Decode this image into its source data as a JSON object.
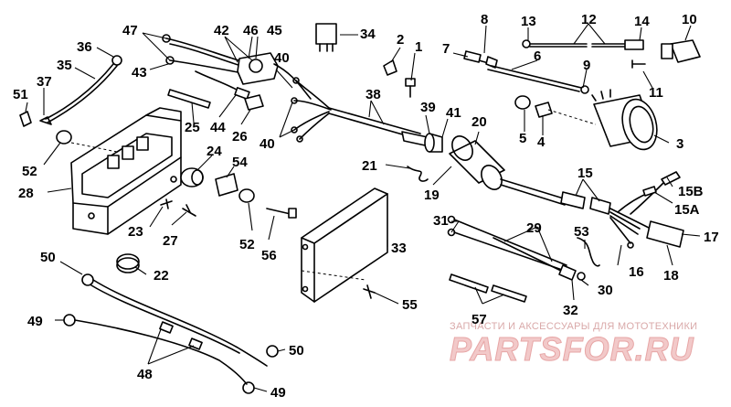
{
  "diagram": {
    "labels": {
      "p1": "1",
      "p2": "2",
      "p3": "3",
      "p4": "4",
      "p5": "5",
      "p6": "6",
      "p7": "7",
      "p8": "8",
      "p9": "9",
      "p10": "10",
      "p11": "11",
      "p12": "12",
      "p13": "13",
      "p14": "14",
      "p15": "15",
      "p15a": "15A",
      "p15b": "15B",
      "p16": "16",
      "p17": "17",
      "p18": "18",
      "p19": "19",
      "p20": "20",
      "p21": "21",
      "p22": "22",
      "p23": "23",
      "p24": "24",
      "p25": "25",
      "p26": "26",
      "p27": "27",
      "p28": "28",
      "p29": "29",
      "p30": "30",
      "p31": "31",
      "p32": "32",
      "p33": "33",
      "p34": "34",
      "p35": "35",
      "p36": "36",
      "p37": "37",
      "p38": "38",
      "p39": "39",
      "p40a": "40",
      "p40b": "40",
      "p41": "41",
      "p42": "42",
      "p43": "43",
      "p44": "44",
      "p45": "45",
      "p46": "46",
      "p47": "47",
      "p48": "48",
      "p49a": "49",
      "p49b": "49",
      "p50a": "50",
      "p50b": "50",
      "p51": "51",
      "p52a": "52",
      "p52b": "52",
      "p53": "53",
      "p54": "54",
      "p55": "55",
      "p56": "56",
      "p57": "57"
    }
  },
  "watermark": {
    "tagline": "ЗАПЧАСТИ И АКСЕССУАРЫ ДЛЯ МОТОТЕХНИКИ",
    "logo": "PARTSFOR.RU",
    "color": "#e8a0a0"
  }
}
